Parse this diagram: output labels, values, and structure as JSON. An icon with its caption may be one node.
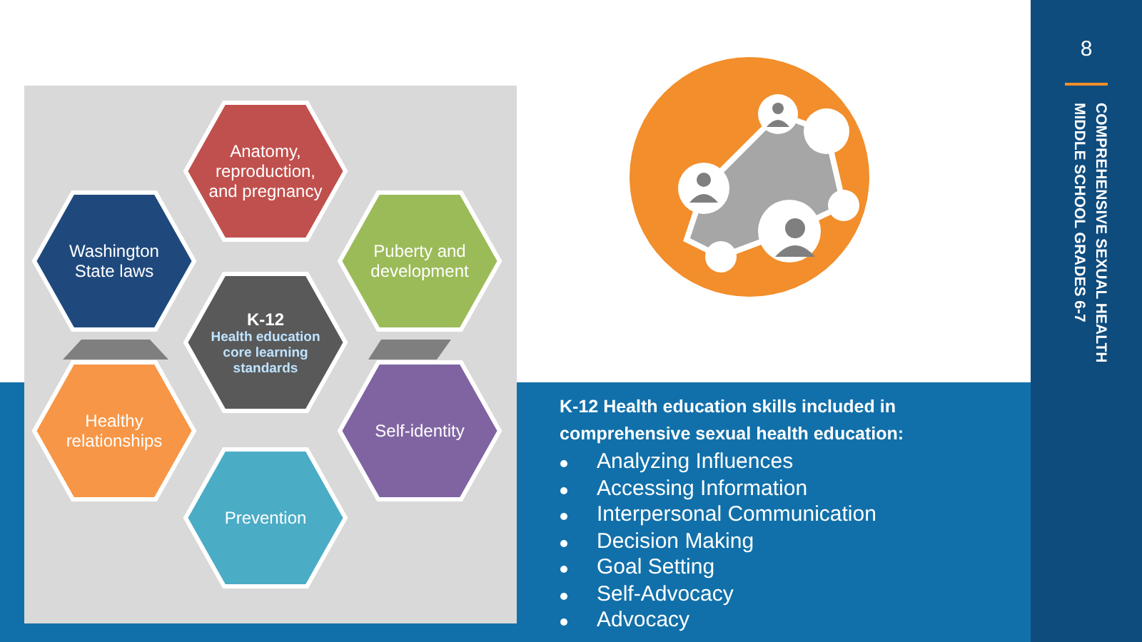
{
  "diagram": {
    "nodes": [
      {
        "text": [
          "K-12",
          "Health education core learning standards"
        ]
      },
      {
        "text": [
          "Anatomy, reproduction, and pregnancy"
        ]
      },
      {
        "text": [
          "Washington State laws"
        ]
      },
      {
        "text": [
          "Puberty and development"
        ]
      },
      {
        "text": [
          "Healthy relationships"
        ]
      },
      {
        "text": [
          "Self-identity"
        ]
      },
      {
        "text": [
          "Prevention"
        ]
      }
    ],
    "labels": [
      "8",
      "COMPREHENSIVE SEXUAL HEALTH MIDDLE SCHOOL GRADES 6-7",
      "K-12 Health education skills included in comprehensive sexual health education:",
      "Analyzing Influences",
      "Accessing Information",
      "Interpersonal Communication",
      "Decision Making",
      "Goal Setting",
      "Self-Advocacy",
      "Advocacy"
    ]
  }
}
